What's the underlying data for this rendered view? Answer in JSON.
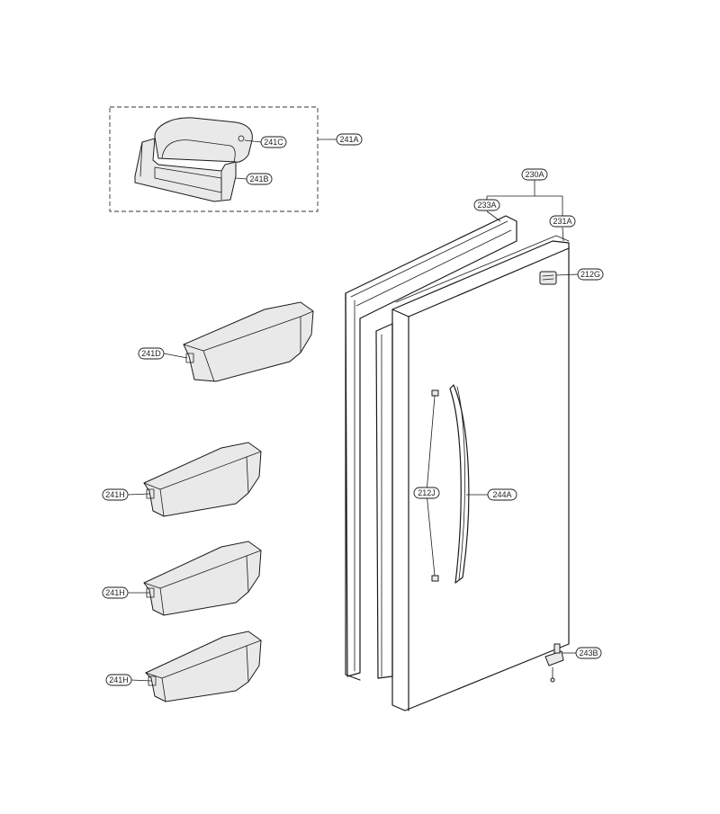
{
  "labels": {
    "l_241A": "241A",
    "l_241C": "241C",
    "l_241B": "241B",
    "l_241D": "241D",
    "l_241H_1": "241H",
    "l_241H_2": "241H",
    "l_241H_3": "241H",
    "l_230A": "230A",
    "l_233A": "233A",
    "l_231A": "231A",
    "l_212G": "212G",
    "l_212J": "212J",
    "l_244A": "244A",
    "l_243B": "243B"
  }
}
